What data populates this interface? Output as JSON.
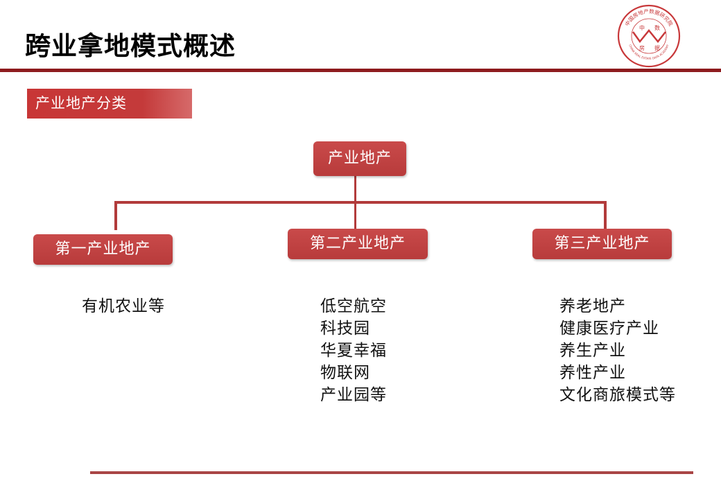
{
  "header": {
    "title": "跨业拿地模式概述"
  },
  "logo": {
    "icon": "china-real-estate-data-logo",
    "top_text": "中国房地产数据研究院",
    "bottom_text": "CHINA REAL ESTATE DATA ACADEMY",
    "chars": [
      "中",
      "数",
      "房",
      "据"
    ],
    "color": "#c8383a"
  },
  "section": {
    "label": "产业地产分类"
  },
  "org_chart": {
    "root": "产业地产",
    "branches": [
      {
        "label": "第一产业地产",
        "items": [
          "有机农业等"
        ]
      },
      {
        "label": "第二产业地产",
        "items": [
          "低空航空",
          "科技园",
          "华夏幸福",
          "物联网",
          "产业园等"
        ]
      },
      {
        "label": "第三产业地产",
        "items": [
          "养老地产",
          "健康医疗产业",
          "养生产业",
          "养性产业",
          "文化商旅模式等"
        ]
      }
    ]
  },
  "colors": {
    "accent": "#8e1b1e",
    "node": "#c04444",
    "connector": "#b23b3b"
  }
}
